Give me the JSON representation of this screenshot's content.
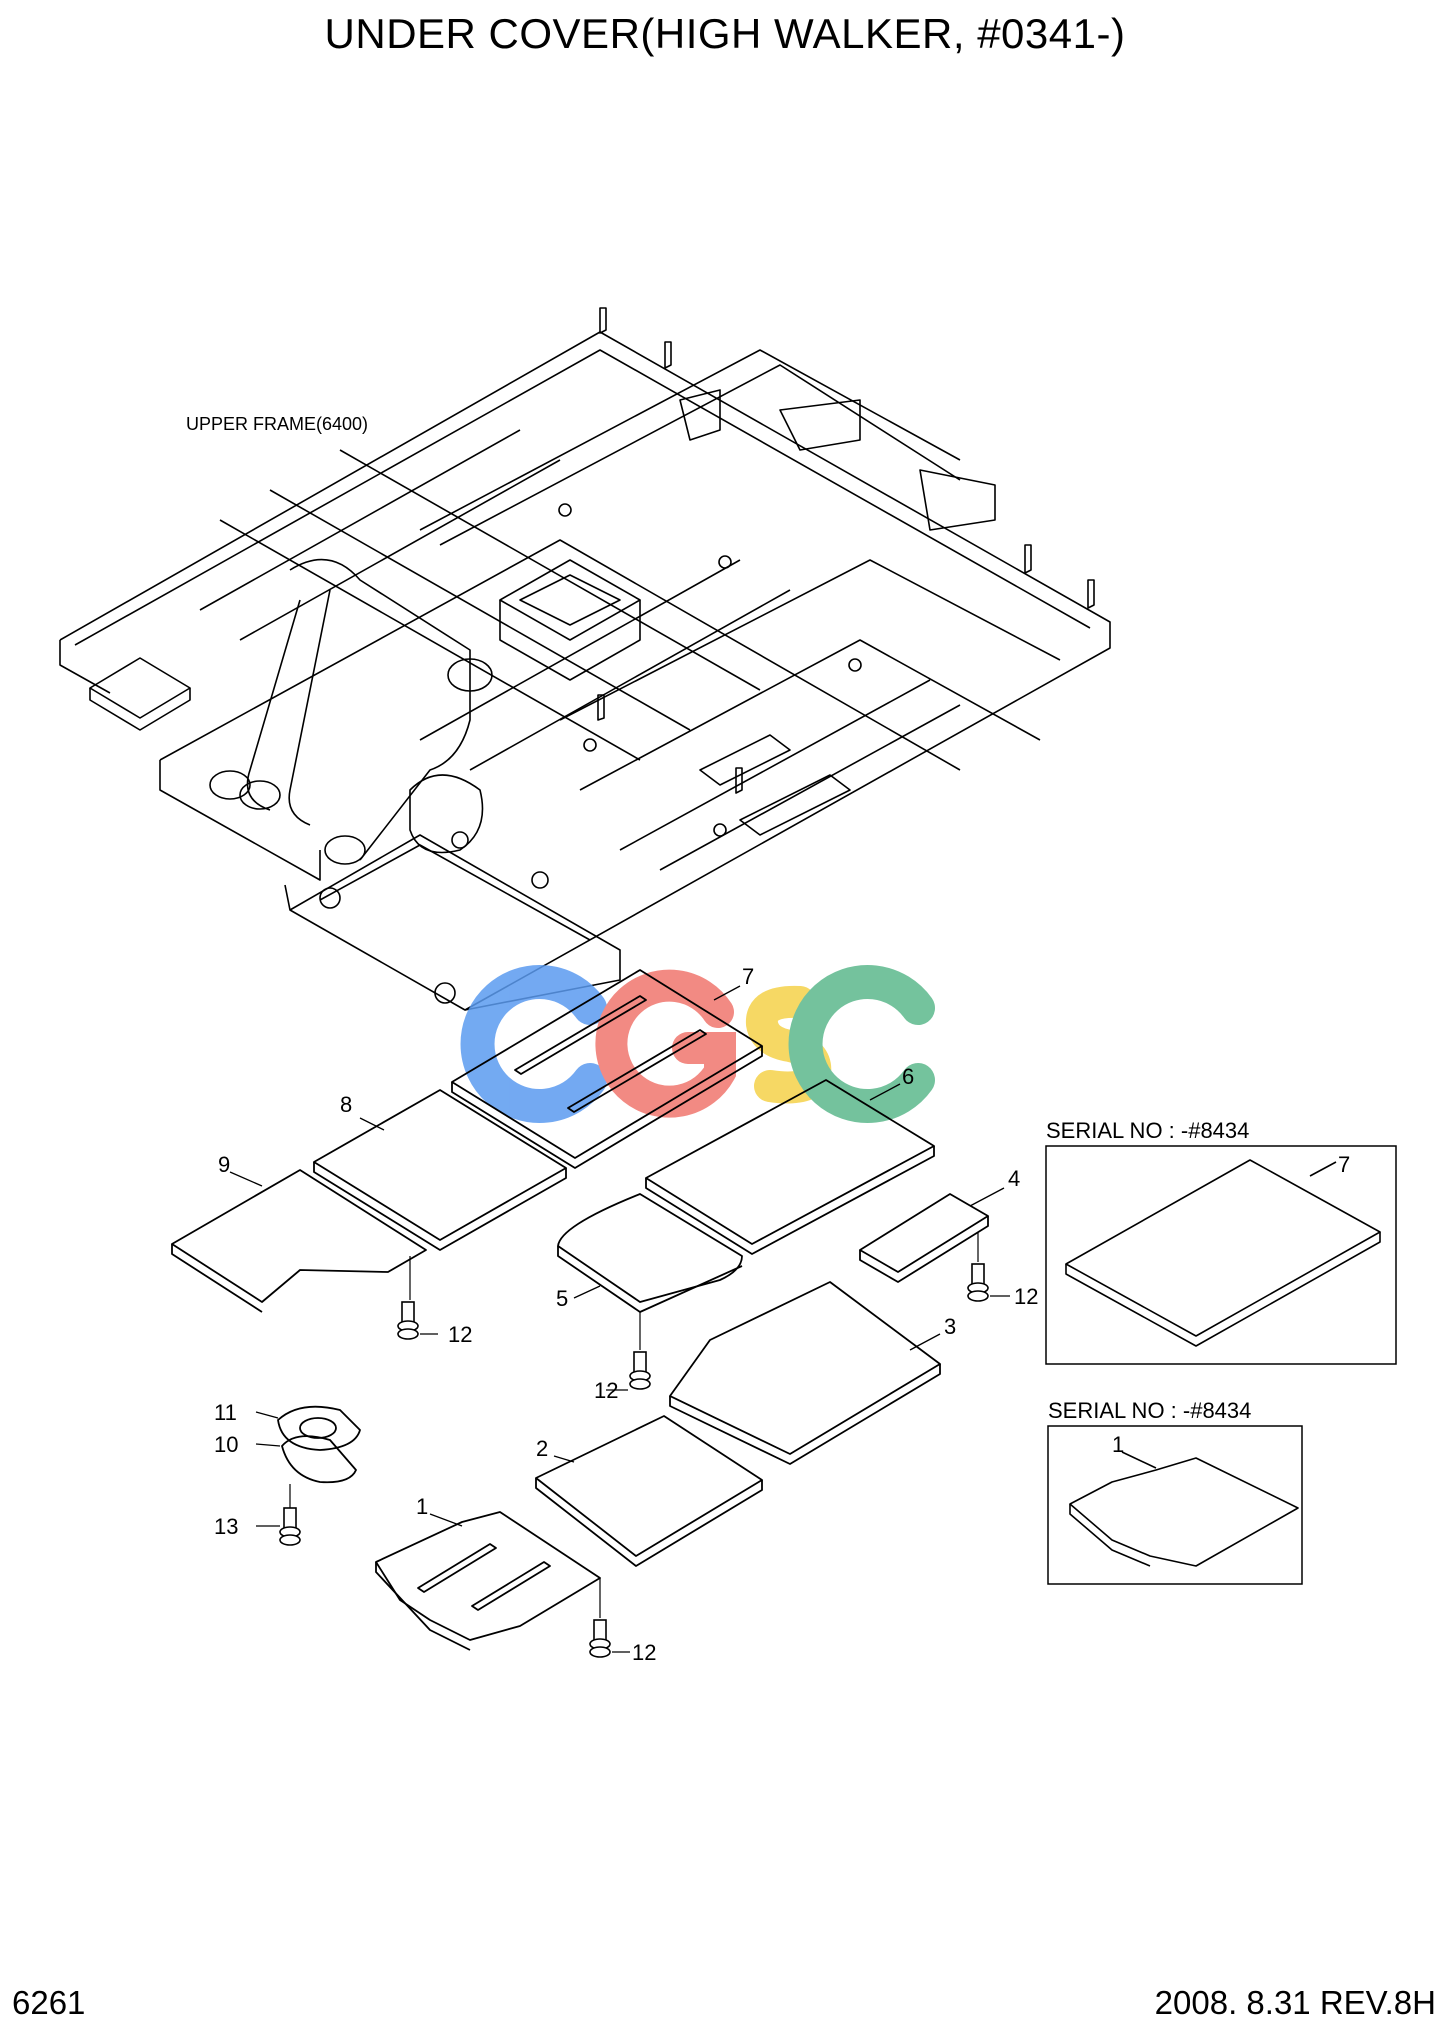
{
  "title": "UNDER COVER(HIGH WALKER, #0341-)",
  "page_number": "6261",
  "revision": "2008. 8.31  REV.8H",
  "frame_label": "UPPER FRAME(6400)",
  "watermark": "CGSC",
  "watermark_colors": [
    "#5b9bf0",
    "#f0766e",
    "#f5d24a",
    "#5cb88c"
  ],
  "callouts": [
    "7",
    "8",
    "9",
    "6",
    "4",
    "12",
    "5",
    "12",
    "3",
    "11",
    "10",
    "2",
    "13",
    "1",
    "12",
    "12"
  ],
  "inset_top": {
    "heading": "SERIAL NO : -#8434",
    "callout": "7"
  },
  "inset_bottom": {
    "heading": "SERIAL NO : -#8434",
    "callout": "1"
  }
}
